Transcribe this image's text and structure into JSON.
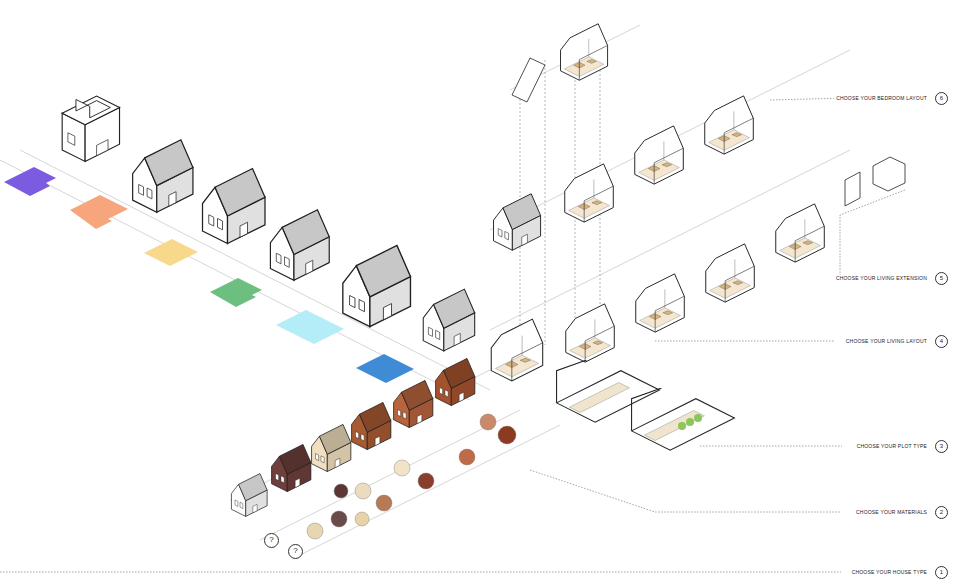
{
  "diagram": {
    "nodes": [
      {
        "text": [
          "CHOOSE YOUR BEDROOM LAYOUT",
          "6"
        ]
      },
      {
        "text": [
          "CHOOSE YOUR LIVING EXTENSION",
          "5"
        ]
      },
      {
        "text": [
          "CHOOSE YOUR LIVING LAYOUT",
          "4"
        ]
      },
      {
        "text": [
          "CHOOSE YOUR PLOT TYPE",
          "3"
        ]
      },
      {
        "text": [
          "CHOOSE YOUR MATERIALS",
          "2"
        ]
      },
      {
        "text": [
          "?"
        ]
      },
      {
        "text": [
          "?"
        ]
      },
      {
        "text": [
          "CHOOSE YOUR HOUSE TYPE",
          "1"
        ]
      }
    ]
  }
}
